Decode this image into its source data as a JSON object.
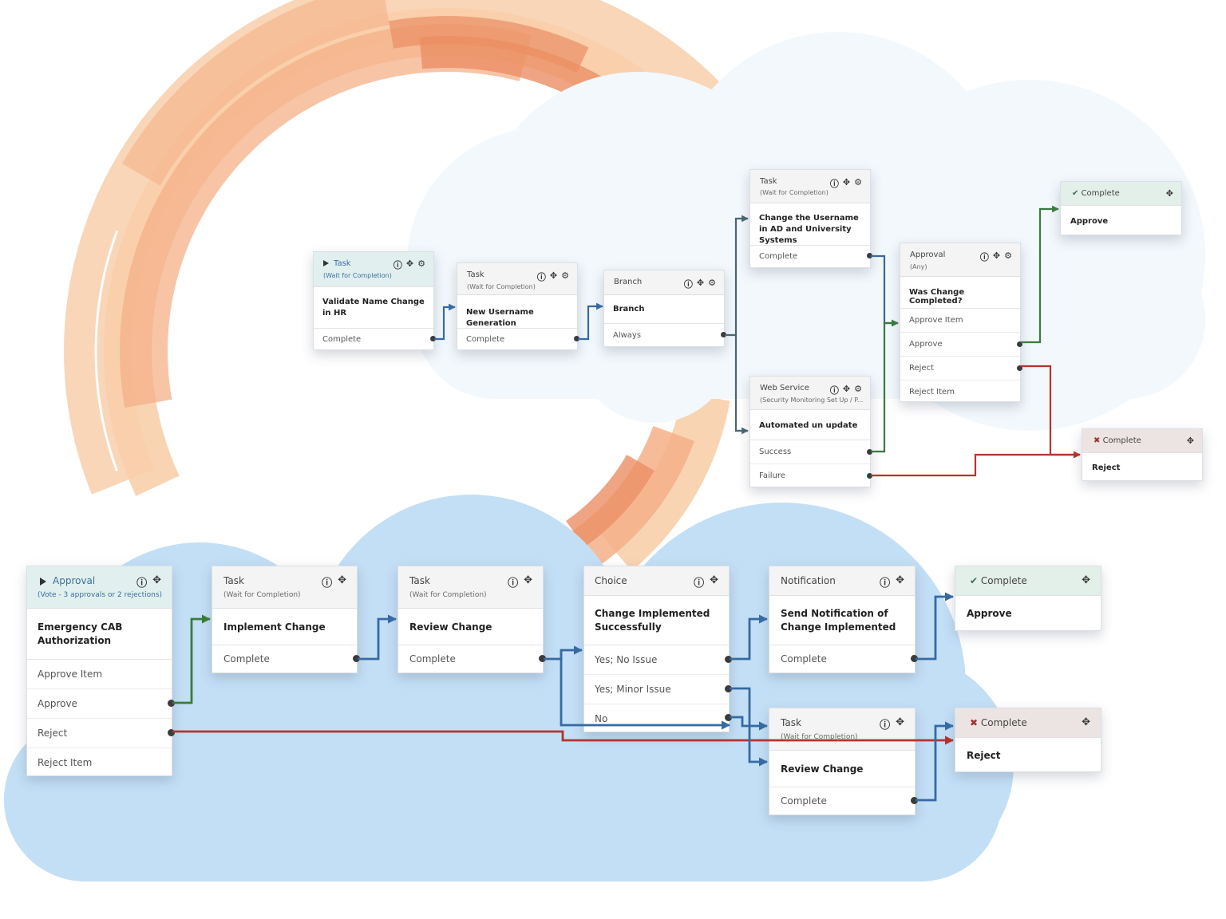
{
  "colors": {
    "arc_light": "#f8cfaa",
    "arc_mid": "#f4b088",
    "arc_dark": "#eb8f64",
    "cloud_top": "#f2f8fc",
    "cloud_bottom": "#c3dff6",
    "wire_blue": "#356aa3",
    "wire_green": "#3a7b3c",
    "wire_red": "#b3342e",
    "wire_slate": "#4a6572",
    "header_teal": "#e1f0ee",
    "header_green": "#e3efe9",
    "header_red": "#ece4e3"
  },
  "top_flow": {
    "validate": {
      "type": "Task",
      "sub": "(Wait for Completion)",
      "title": "Validate Name Change in HR",
      "outputs": [
        "Complete"
      ]
    },
    "username_gen": {
      "type": "Task",
      "sub": "(Wait for Completion)",
      "title": "New Username Generation",
      "outputs": [
        "Complete"
      ]
    },
    "branch": {
      "type": "Branch",
      "title": "Branch",
      "outputs": [
        "Always"
      ]
    },
    "change_username": {
      "type": "Task",
      "sub": "(Wait for Completion)",
      "title": "Change the Username in AD and University Systems",
      "outputs": [
        "Complete"
      ]
    },
    "web_service": {
      "type": "Web Service",
      "sub": "(Security Monitoring Set Up / P...",
      "title": "Automated un update",
      "outputs": [
        "Success",
        "Failure"
      ]
    },
    "approval_any": {
      "type": "Approval",
      "sub": "(Any)",
      "title": "Was Change Completed?",
      "outputs": [
        "Approve Item",
        "Approve",
        "Reject",
        "Reject Item"
      ]
    },
    "complete_approve": {
      "type": "Complete",
      "title": "Approve"
    },
    "complete_reject": {
      "type": "Complete",
      "title": "Reject"
    }
  },
  "bottom_flow": {
    "cab_approval": {
      "type": "Approval",
      "sub": "(Vote - 3 approvals or 2 rejections)",
      "title": "Emergency CAB Authorization",
      "outputs": [
        "Approve Item",
        "Approve",
        "Reject",
        "Reject Item"
      ]
    },
    "implement": {
      "type": "Task",
      "sub": "(Wait for Completion)",
      "title": "Implement Change",
      "outputs": [
        "Complete"
      ]
    },
    "review": {
      "type": "Task",
      "sub": "(Wait for Completion)",
      "title": "Review Change",
      "outputs": [
        "Complete"
      ]
    },
    "choice": {
      "type": "Choice",
      "title": "Change Implemented Successfully",
      "outputs": [
        "Yes; No Issue",
        "Yes; Minor Issue",
        "No"
      ]
    },
    "notification": {
      "type": "Notification",
      "title": "Send Notification of Change Implemented",
      "outputs": [
        "Complete"
      ]
    },
    "review2": {
      "type": "Task",
      "sub": "(Wait for Completion)",
      "title": "Review Change",
      "outputs": [
        "Complete"
      ]
    },
    "complete_approve": {
      "type": "Complete",
      "title": "Approve"
    },
    "complete_reject": {
      "type": "Complete",
      "title": "Reject"
    }
  }
}
